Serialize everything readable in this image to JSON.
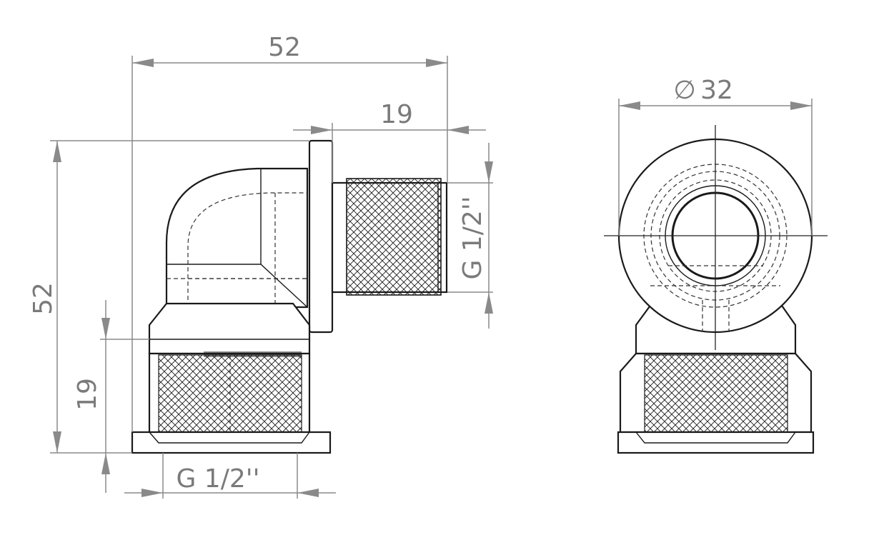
{
  "drawing": {
    "dimensions": {
      "overall_width": "52",
      "overall_height": "52",
      "male_thread_length": "19",
      "female_thread_length": "19",
      "male_thread_size": "G 1/2''",
      "female_thread_size": "G 1/2''",
      "flange_diameter": "32",
      "diameter_symbol": "∅"
    }
  }
}
